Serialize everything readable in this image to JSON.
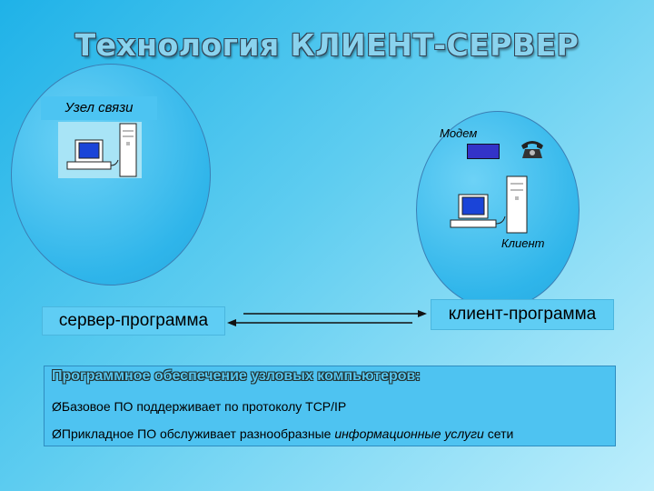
{
  "title": "Технология КЛИЕНТ-СЕРВЕР",
  "nodes": {
    "node_label": "Узел связи",
    "modem_label": "Модем",
    "client_label": "Клиент"
  },
  "programs": {
    "server": "сервер-программа",
    "client": "клиент-программа"
  },
  "info": {
    "heading": "Программное обеспечение узловых компьютеров:",
    "bullet": "Ø",
    "line1": "Базовое ПО поддерживает по протоколу TCP/IP",
    "line2_prefix": "Прикладное ПО обслуживает разнообразные ",
    "line2_italic": "информационные услуги",
    "line2_suffix": " сети"
  },
  "icons": [
    "computer-icon",
    "telephone-icon",
    "modem-icon",
    "bidirectional-arrows-icon"
  ],
  "colors": {
    "background": "#1fb2e8",
    "circle": "#2fb5ea",
    "box": "#5fcdf4",
    "modem": "#3333c8"
  }
}
